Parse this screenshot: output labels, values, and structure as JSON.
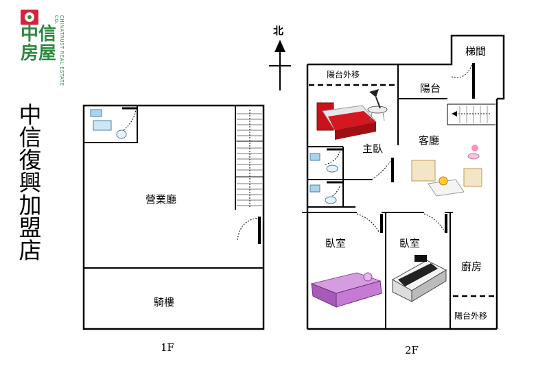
{
  "brand": {
    "name": "中信房屋",
    "english": "CHINATRUST REAL ESTATE CO.",
    "colors": {
      "green": "#2c8a3e",
      "red": "#d8213a"
    },
    "logo_icon": "chinatrust-logo-icon"
  },
  "store_name": "中信復興加盟店",
  "compass": {
    "label": "北",
    "icon": "north-arrow-icon"
  },
  "floor_1f": {
    "floor_label": "1F",
    "rooms": {
      "business_hall": "營業廳",
      "arcade": "騎樓"
    }
  },
  "floor_2f": {
    "floor_label": "2F",
    "rooms": {
      "balcony_moved_top": "陽台外移",
      "stairwell": "梯間",
      "balcony": "陽台",
      "master_bedroom": "主臥",
      "living_room": "客廳",
      "bedroom_left": "臥室",
      "bedroom_right": "臥室",
      "kitchen": "廚房",
      "balcony_moved_bottom": "陽台外移"
    }
  }
}
